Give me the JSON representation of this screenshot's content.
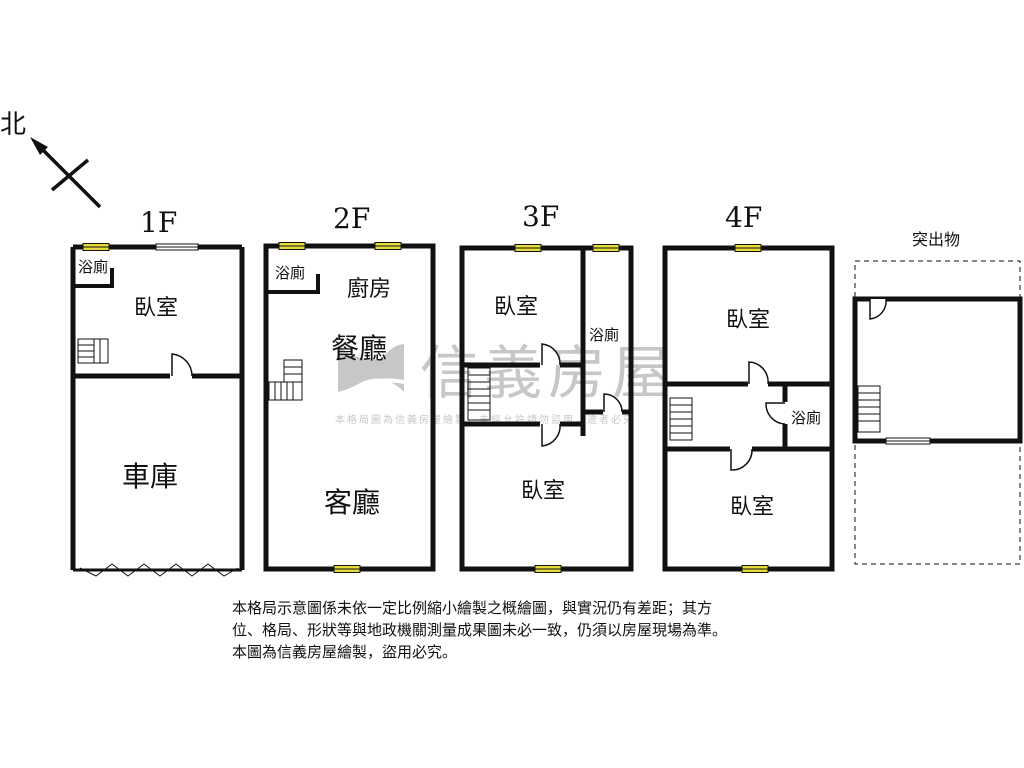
{
  "compass": {
    "label": "北"
  },
  "floors": [
    {
      "name": "1F",
      "rooms": {
        "bath": "浴廁",
        "bedroom": "臥室",
        "garage": "車庫"
      }
    },
    {
      "name": "2F",
      "rooms": {
        "bath": "浴廁",
        "kitchen": "廚房",
        "dining": "餐廳",
        "living": "客廳"
      }
    },
    {
      "name": "3F",
      "rooms": {
        "bedroom_front": "臥室",
        "bath": "浴廁",
        "bedroom_back": "臥室"
      }
    },
    {
      "name": "4F",
      "rooms": {
        "bedroom_front": "臥室",
        "bath": "浴廁",
        "bedroom_back": "臥室"
      }
    }
  ],
  "rooftop": {
    "name": "突出物"
  },
  "watermark": {
    "brand": "信義房屋",
    "notice": "本格局圖為信義房屋繪製，未經允許請勿盜用，違者必究"
  },
  "disclaimer": [
    "本格局示意圖係未依一定比例縮小繪製之概繪圖，與實況仍有差距；其方",
    "位、格局、形狀等與地政機關測量成果圖未必一致，仍須以房屋現場為準。",
    "本圖為信義房屋繪製，盜用必究。"
  ],
  "colors": {
    "wall": "#111111",
    "window": "#e6dc3c",
    "watermark": "#9a9a9a"
  }
}
